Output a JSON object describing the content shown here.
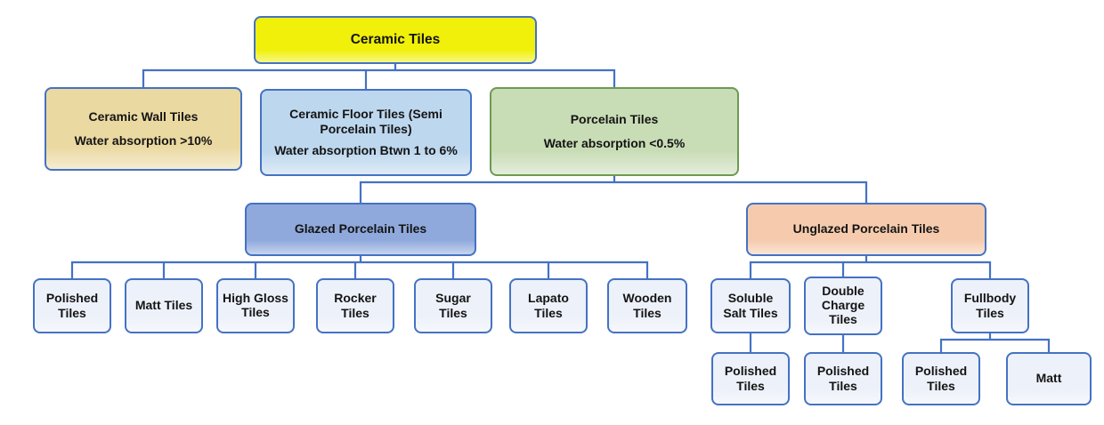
{
  "diagram": {
    "accent": "#4472C4",
    "background": "#FFFFFF",
    "leaf_fill": "#EDF1F9",
    "nodes": [
      {
        "id": "ceramic-tiles",
        "label": "Ceramic Tiles",
        "fill": "#F0F00A",
        "border": "#4472C4"
      },
      {
        "id": "ceramic-wall-tiles",
        "label": "Ceramic Wall Tiles",
        "sub": "Water absorption >10%",
        "fill": "#EBD9A2",
        "border": "#4472C4"
      },
      {
        "id": "ceramic-floor-tiles",
        "label": "Ceramic Floor Tiles (Semi Porcelain Tiles)",
        "sub": "Water absorption Btwn 1 to 6%",
        "fill": "#BDD7EE",
        "border": "#4472C4"
      },
      {
        "id": "porcelain-tiles",
        "label": "Porcelain Tiles",
        "sub": "Water absorption <0.5%",
        "fill": "#C8DCB6",
        "border": "#6C9A52"
      },
      {
        "id": "glazed-porcelain-tiles",
        "label": "Glazed Porcelain Tiles",
        "fill": "#8FA9DC",
        "border": "#4472C4"
      },
      {
        "id": "unglazed-porcelain-tiles",
        "label": "Unglazed Porcelain Tiles",
        "fill": "#F6CBAD",
        "border": "#4472C4"
      },
      {
        "id": "polished-tiles-glazed",
        "label": "Polished Tiles",
        "fill": "#EDF1F9",
        "border": "#4472C4"
      },
      {
        "id": "matt-tiles-glazed",
        "label": "Matt Tiles",
        "fill": "#EDF1F9",
        "border": "#4472C4"
      },
      {
        "id": "high-gloss-tiles",
        "label": "High Gloss Tiles",
        "fill": "#EDF1F9",
        "border": "#4472C4"
      },
      {
        "id": "rocker-tiles",
        "label": "Rocker Tiles",
        "fill": "#EDF1F9",
        "border": "#4472C4"
      },
      {
        "id": "sugar-tiles",
        "label": "Sugar Tiles",
        "fill": "#EDF1F9",
        "border": "#4472C4"
      },
      {
        "id": "lapato-tiles",
        "label": "Lapato Tiles",
        "fill": "#EDF1F9",
        "border": "#4472C4"
      },
      {
        "id": "wooden-tiles",
        "label": "Wooden Tiles",
        "fill": "#EDF1F9",
        "border": "#4472C4"
      },
      {
        "id": "soluble-salt-tiles",
        "label": "Soluble Salt Tiles",
        "fill": "#EDF1F9",
        "border": "#4472C4"
      },
      {
        "id": "double-charge-tiles",
        "label": "Double Charge Tiles",
        "fill": "#EDF1F9",
        "border": "#4472C4"
      },
      {
        "id": "fullbody-tiles",
        "label": "Fullbody Tiles",
        "fill": "#EDF1F9",
        "border": "#4472C4"
      },
      {
        "id": "polished-tiles-soluble-salt",
        "label": "Polished Tiles",
        "fill": "#EDF1F9",
        "border": "#4472C4"
      },
      {
        "id": "polished-tiles-double-charge",
        "label": "Polished Tiles",
        "fill": "#EDF1F9",
        "border": "#4472C4"
      },
      {
        "id": "polished-tiles-fullbody",
        "label": "Polished Tiles",
        "fill": "#EDF1F9",
        "border": "#4472C4"
      },
      {
        "id": "matt-fullbody",
        "label": "Matt",
        "fill": "#EDF1F9",
        "border": "#4472C4"
      }
    ],
    "edges": [
      {
        "from": 0,
        "to": [
          1,
          2,
          3
        ]
      },
      {
        "from": 3,
        "to": [
          4,
          5
        ]
      },
      {
        "from": 4,
        "to": [
          6,
          7,
          8,
          9,
          10,
          11,
          12
        ]
      },
      {
        "from": 5,
        "to": [
          13,
          14,
          15
        ]
      },
      {
        "from": 13,
        "to": [
          16
        ]
      },
      {
        "from": 14,
        "to": [
          17
        ]
      },
      {
        "from": 15,
        "to": [
          18,
          19
        ]
      }
    ]
  }
}
